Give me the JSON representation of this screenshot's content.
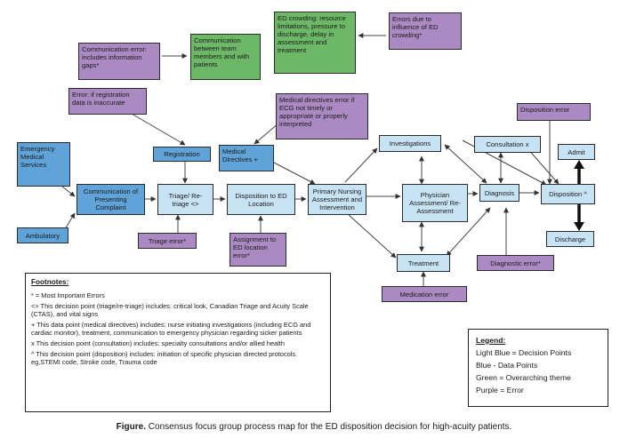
{
  "nodes": {
    "ed_crowding": "ED crowding: resource limitations, pressure to discharge, delay in assessment and treatment",
    "errors_crowding": "Errors due to influence of ED crowding*",
    "comm_error": "Communication error: includes information gaps*",
    "comm_between": "Communication between team members and with patients",
    "error_registration": "Error: if registration data is inaccurate",
    "med_directive_error": "Medical directives error if ECG not timely or appropriate or properly interpreted",
    "disposition_error": "Disposition error",
    "ems": "Emergency Medical Services",
    "registration": "Registration",
    "medical_directives": "Medical Directives +",
    "investigations": "Investigations",
    "consultation": "Consultation x",
    "admit": "Admit",
    "communication_presenting": "Communication of Presenting Complaint",
    "triage": "Triage/ Re-triage <>",
    "disposition_location": "Disposition to ED Location",
    "primary_nursing": "Primary Nursing Assessment and Intervention",
    "physician_assessment": "Physician Assessment/ Re-Assessment",
    "diagnosis": "Diagnosis",
    "disposition": "Disposition ^",
    "ambulatory": "Ambulatory",
    "triage_error": "Triage error*",
    "assignment_error": "Assignment to ED location error*",
    "treatment": "Treatment",
    "diagnostic_error": "Diagnostic error*",
    "discharge": "Discharge",
    "medication_error": "Medication error"
  },
  "footnotes": {
    "title": "Footnotes:",
    "lines": [
      "* = Most Important Errors",
      "<> This decision point (triage/re-triage) includes: critical look, Canadian Triage and Acuity Scale (CTAS), and vital signs",
      "+ This data point (medical directives) includes: nurse initiating investigations (including ECG and cardiac monitor), treatment, communication to emergency physician regarding sicker patients",
      "x This decision point (consultation) includes: specialty consultations and/or allied health",
      "^ This decision point (disposition) includes: initiation of specific physician directed protocols. eg,STEMI code, Stroke code, Trauma code"
    ]
  },
  "legend": {
    "title": "Legend:",
    "items": [
      "Light Blue = Decision Points",
      "Blue - Data Points",
      "Green = Overarching theme",
      "Purple = Error"
    ]
  },
  "caption": {
    "label": "Figure.",
    "text": "Consensus focus group process map for the ED disposition decision for high-acuity patients."
  },
  "colors": {
    "light_blue": "#c7e2f3",
    "blue": "#5fa3d8",
    "green": "#6cb866",
    "purple": "#ab8ac3"
  }
}
